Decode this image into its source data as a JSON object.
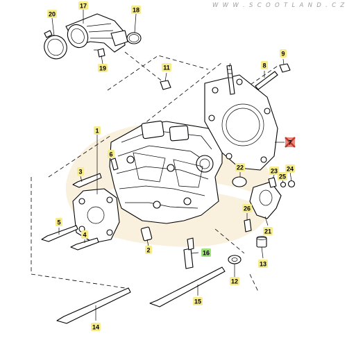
{
  "watermark": "W W W . S C O O T L A N D . C Z",
  "callouts": [
    {
      "id": "1",
      "highlight": "yellow"
    },
    {
      "id": "2",
      "highlight": "yellow"
    },
    {
      "id": "3",
      "highlight": "yellow"
    },
    {
      "id": "4",
      "highlight": "yellow"
    },
    {
      "id": "5",
      "highlight": "yellow"
    },
    {
      "id": "6",
      "highlight": "yellow"
    },
    {
      "id": "7",
      "highlight": "red"
    },
    {
      "id": "8",
      "highlight": "yellow"
    },
    {
      "id": "9",
      "highlight": "yellow"
    },
    {
      "id": "11",
      "highlight": "yellow"
    },
    {
      "id": "12",
      "highlight": "yellow"
    },
    {
      "id": "13",
      "highlight": "yellow"
    },
    {
      "id": "14",
      "highlight": "yellow"
    },
    {
      "id": "15",
      "highlight": "yellow"
    },
    {
      "id": "16",
      "highlight": "green"
    },
    {
      "id": "17",
      "highlight": "yellow"
    },
    {
      "id": "18",
      "highlight": "yellow"
    },
    {
      "id": "19",
      "highlight": "yellow"
    },
    {
      "id": "20",
      "highlight": "yellow"
    },
    {
      "id": "21",
      "highlight": "yellow"
    },
    {
      "id": "22",
      "highlight": "yellow"
    },
    {
      "id": "23",
      "highlight": "yellow"
    },
    {
      "id": "24",
      "highlight": "yellow"
    },
    {
      "id": "25",
      "highlight": "yellow"
    },
    {
      "id": "26",
      "highlight": "yellow"
    }
  ],
  "colors": {
    "yellow": "#f6ec8a",
    "green": "#9fe07a",
    "red": "#e88a80",
    "red_stroke": "#c0392b",
    "watermark_fill": "#f6e4c4"
  }
}
